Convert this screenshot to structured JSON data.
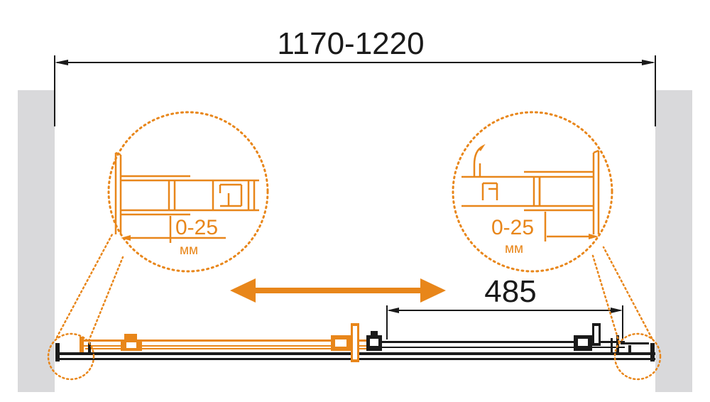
{
  "dimensions": {
    "overall_width": "1170-1220",
    "sliding_width": "485"
  },
  "details": {
    "left": {
      "range": "0-25",
      "unit": "мм"
    },
    "right": {
      "range": "0-25",
      "unit": "мм"
    }
  },
  "colors": {
    "accent": "#e8861a",
    "wall": "#d9d9db",
    "line": "#1a1a1a"
  },
  "icons": {
    "movement": "double-arrow-icon"
  }
}
